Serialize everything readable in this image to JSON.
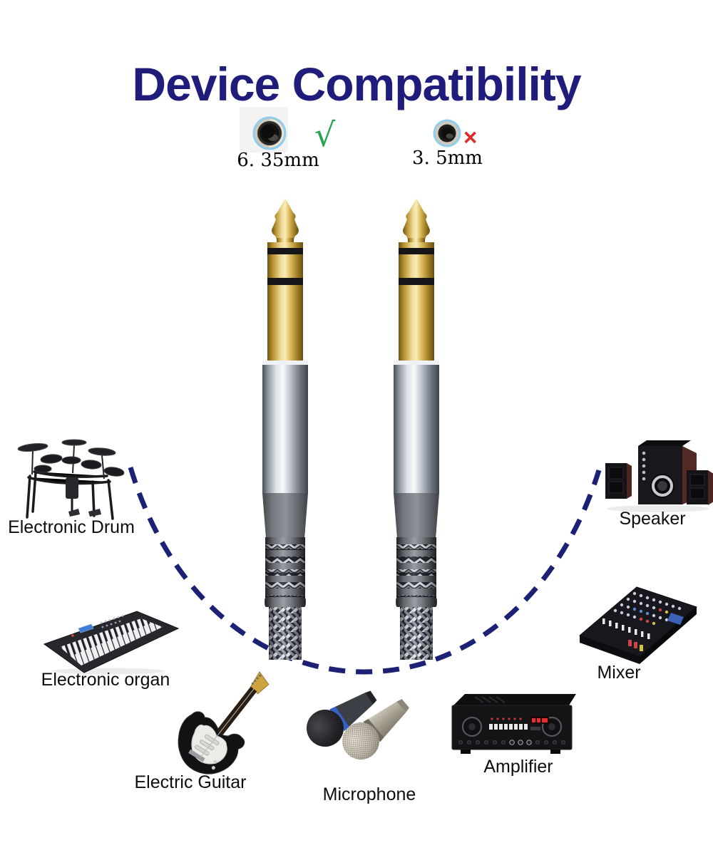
{
  "title": "Device Compatibility",
  "connectors": {
    "supported": {
      "size_label": "6. 35mm",
      "status": "compatible",
      "status_glyph": "√"
    },
    "unsupported": {
      "size_label": "3. 5mm",
      "status": "incompatible",
      "status_glyph": "×"
    }
  },
  "devices": [
    {
      "id": "electronic-drum",
      "label": "Electronic Drum"
    },
    {
      "id": "speaker",
      "label": "Speaker"
    },
    {
      "id": "electronic-organ",
      "label": "Electronic organ"
    },
    {
      "id": "mixer",
      "label": "Mixer"
    },
    {
      "id": "electric-guitar",
      "label": "Electric Guitar"
    },
    {
      "id": "microphone",
      "label": "Microphone"
    },
    {
      "id": "amplifier",
      "label": "Amplifier"
    }
  ],
  "colors": {
    "title": "#201c7c",
    "dashed_line": "#1c2176",
    "check": "#2aa14e",
    "cross": "#de2b2b",
    "plug_gold": "#e3c467",
    "plug_barrel": "#c2c8d1",
    "cable_braid": "#9099a4"
  }
}
